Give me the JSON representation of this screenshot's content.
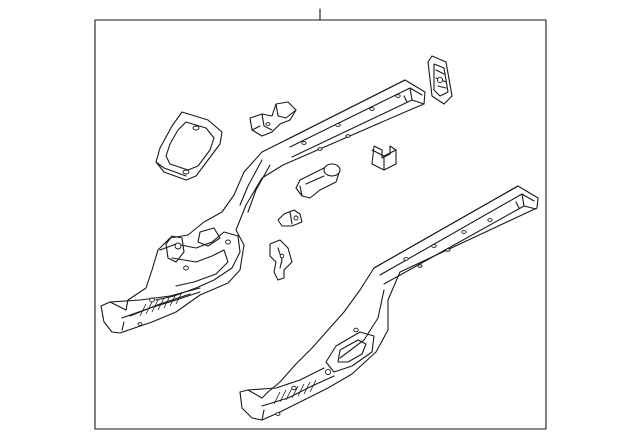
{
  "figure": {
    "type": "exploded parts diagram",
    "frame_color": "#1a1a1a",
    "background": "#ffffff"
  },
  "parts": [
    {
      "id": "left-front-rail",
      "icon": "frame-rail"
    },
    {
      "id": "right-front-rail",
      "icon": "frame-rail"
    },
    {
      "id": "strut-tower-bracket",
      "icon": "bracket"
    },
    {
      "id": "upper-bracket",
      "icon": "bracket"
    },
    {
      "id": "end-plate",
      "icon": "plate"
    },
    {
      "id": "small-clip",
      "icon": "clip"
    },
    {
      "id": "tube-reinforcement",
      "icon": "tube"
    },
    {
      "id": "tab-bracket",
      "icon": "bracket"
    },
    {
      "id": "hook-bracket",
      "icon": "bracket"
    }
  ]
}
